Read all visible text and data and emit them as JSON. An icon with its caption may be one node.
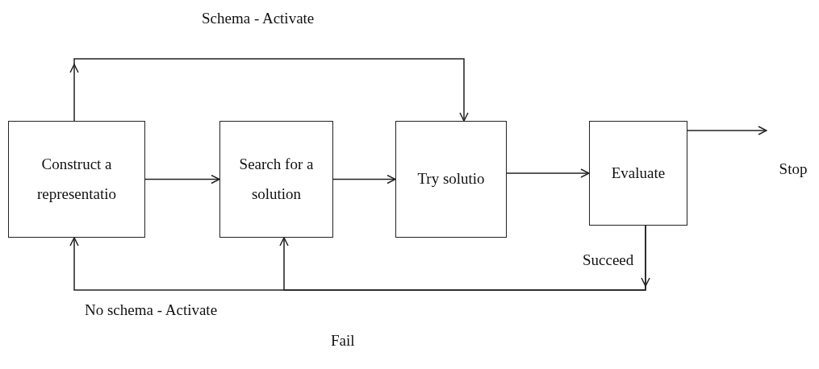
{
  "diagram": {
    "nodes": [
      {
        "text": [
          "Construct a representatio"
        ]
      },
      {
        "text": [
          "Search for a solution"
        ]
      },
      {
        "text": [
          "Try solutio"
        ]
      },
      {
        "text": [
          "Evaluate"
        ]
      },
      {
        "text": [
          "Stop"
        ]
      }
    ],
    "edges": [
      {
        "from": 0,
        "to": 1,
        "arrow": "to"
      },
      {
        "from": 1,
        "to": 2,
        "arrow": "to"
      },
      {
        "from": 2,
        "to": 3,
        "arrow": "to"
      },
      {
        "from": 3,
        "to": 4,
        "arrow": "to"
      },
      {
        "from": 0,
        "to": 2,
        "arrow": "to",
        "label": "Schema - Activate"
      },
      {
        "from": 3,
        "to": 0,
        "arrow": "to"
      },
      {
        "from": 3,
        "to": 1,
        "arrow": "to"
      }
    ],
    "labels": [
      "Succeed",
      "No schema - Activate",
      "Fail"
    ]
  }
}
